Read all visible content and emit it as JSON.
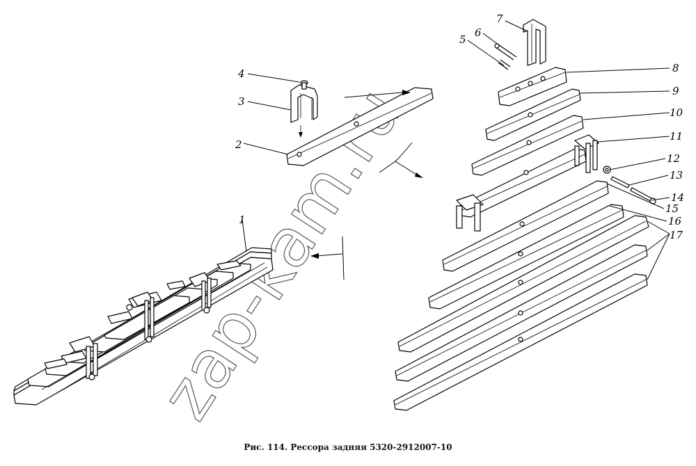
{
  "caption": "Рис. 114. Рессора задняя 5320-2912007-10",
  "watermark": "zap-kam.ru",
  "callouts": {
    "c1": "1",
    "c2": "2",
    "c3": "3",
    "c4": "4",
    "c5": "5",
    "c6": "6",
    "c7": "7",
    "c8": "8",
    "c9": "9",
    "c10": "10",
    "c11": "11",
    "c12": "12",
    "c13": "13",
    "c14": "14",
    "c15": "15",
    "c16": "16",
    "c17": "17"
  }
}
